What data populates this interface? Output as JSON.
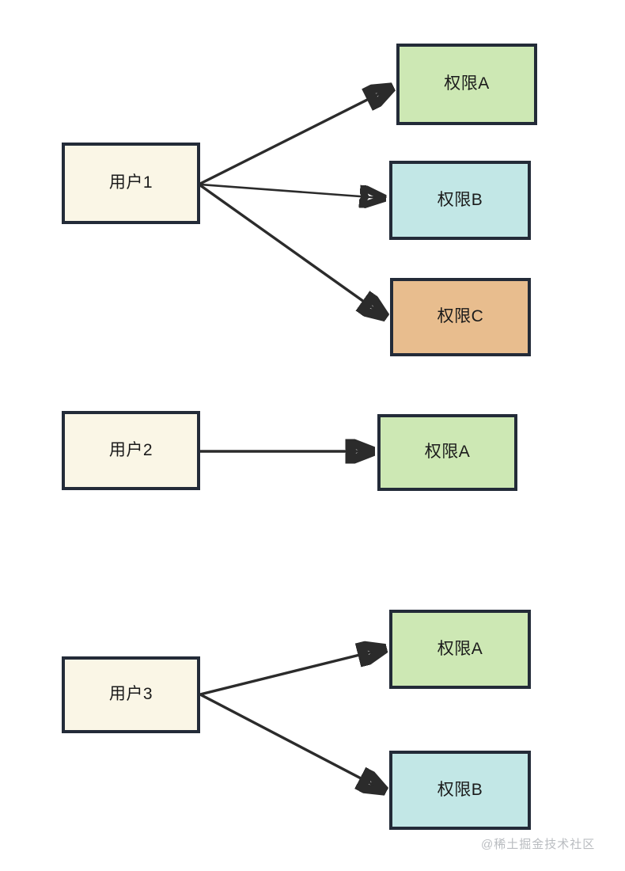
{
  "diagram": {
    "type": "user-permission-mapping",
    "background": "#ffffff",
    "palette": {
      "user_fill": "#faf6e6",
      "permission_a_fill": "#cde8b4",
      "permission_b_fill": "#c2e7e6",
      "permission_c_fill": "#e8bd8e",
      "border": "#232b38",
      "edge": "#2b2b2b",
      "watermark_text": "#b9bcc0"
    },
    "groups": [
      {
        "id": "group-1",
        "source": {
          "label": "用户1",
          "kind": "user",
          "fill": "#faf6e6"
        },
        "targets": [
          {
            "label": "权限A",
            "kind": "permission",
            "fill": "#cde8b4"
          },
          {
            "label": "权限B",
            "kind": "permission",
            "fill": "#c2e7e6"
          },
          {
            "label": "权限C",
            "kind": "permission",
            "fill": "#e8bd8e"
          }
        ]
      },
      {
        "id": "group-2",
        "source": {
          "label": "用户2",
          "kind": "user",
          "fill": "#faf6e6"
        },
        "targets": [
          {
            "label": "权限A",
            "kind": "permission",
            "fill": "#cde8b4"
          }
        ]
      },
      {
        "id": "group-3",
        "source": {
          "label": "用户3",
          "kind": "user",
          "fill": "#faf6e6"
        },
        "targets": [
          {
            "label": "权限A",
            "kind": "permission",
            "fill": "#cde8b4"
          },
          {
            "label": "权限B",
            "kind": "permission",
            "fill": "#c2e7e6"
          }
        ]
      }
    ],
    "nodes": {
      "user1": "用户1",
      "user2": "用户2",
      "user3": "用户3",
      "perm_a_1": "权限A",
      "perm_b_1": "权限B",
      "perm_c_1": "权限C",
      "perm_a_2": "权限A",
      "perm_a_3": "权限A",
      "perm_b_3": "权限B"
    },
    "watermark": "@稀土掘金技术社区"
  }
}
